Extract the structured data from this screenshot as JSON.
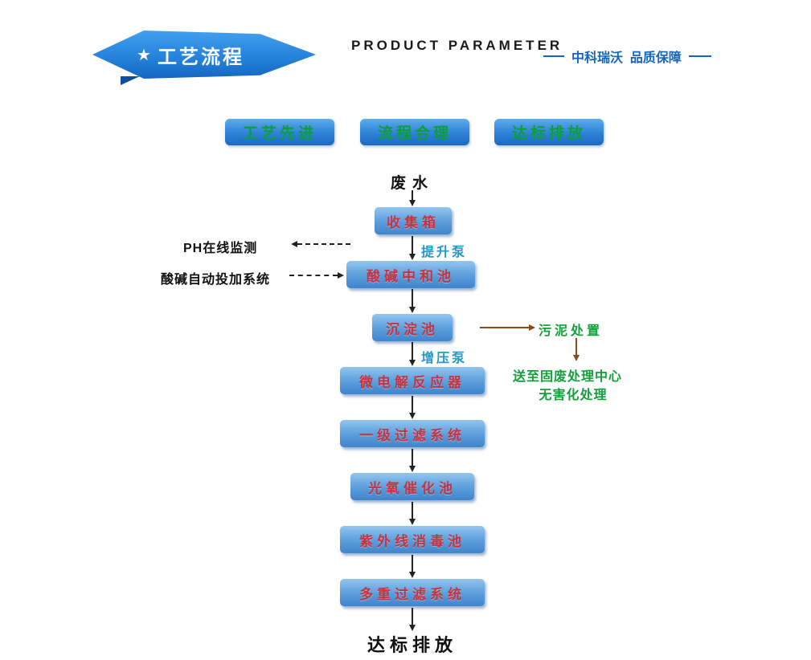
{
  "header": {
    "banner_star": "★",
    "banner_title": "工艺流程",
    "product_parameter": "PRODUCT PARAMETER",
    "brand_tagline": "中科瑞沃  品质保障"
  },
  "badges": [
    {
      "label": "工艺先进"
    },
    {
      "label": "流程合理"
    },
    {
      "label": "达标排放"
    }
  ],
  "flow": {
    "start": "废水",
    "end": "达标排放",
    "nodes": [
      {
        "label": "收集箱"
      },
      {
        "label": "酸碱中和池"
      },
      {
        "label": "沉淀池"
      },
      {
        "label": "微电解反应器"
      },
      {
        "label": "一级过滤系统"
      },
      {
        "label": "光氧催化池"
      },
      {
        "label": "紫外线消毒池"
      },
      {
        "label": "多重过滤系统"
      }
    ],
    "pump_labels": [
      {
        "label": "提升泵"
      },
      {
        "label": "增压泵"
      }
    ],
    "side_left": [
      {
        "label": "PH在线监测"
      },
      {
        "label": "酸碱自动投加系统"
      }
    ],
    "side_right": {
      "sludge": "污泥处置",
      "note_line1": "送至固废处理中心",
      "note_line2": "无害化处理"
    }
  },
  "colors": {
    "banner_blue": "#1f7ad4",
    "brand_blue": "#1565c0",
    "badge_text_green": "#0d9e3c",
    "node_text_red": "#c53240",
    "pump_label_blue": "#2596c8",
    "side_note_green": "#11a03a",
    "sludge_arrow_brown": "#8a4a16",
    "flow_arrow_black": "#222222"
  }
}
